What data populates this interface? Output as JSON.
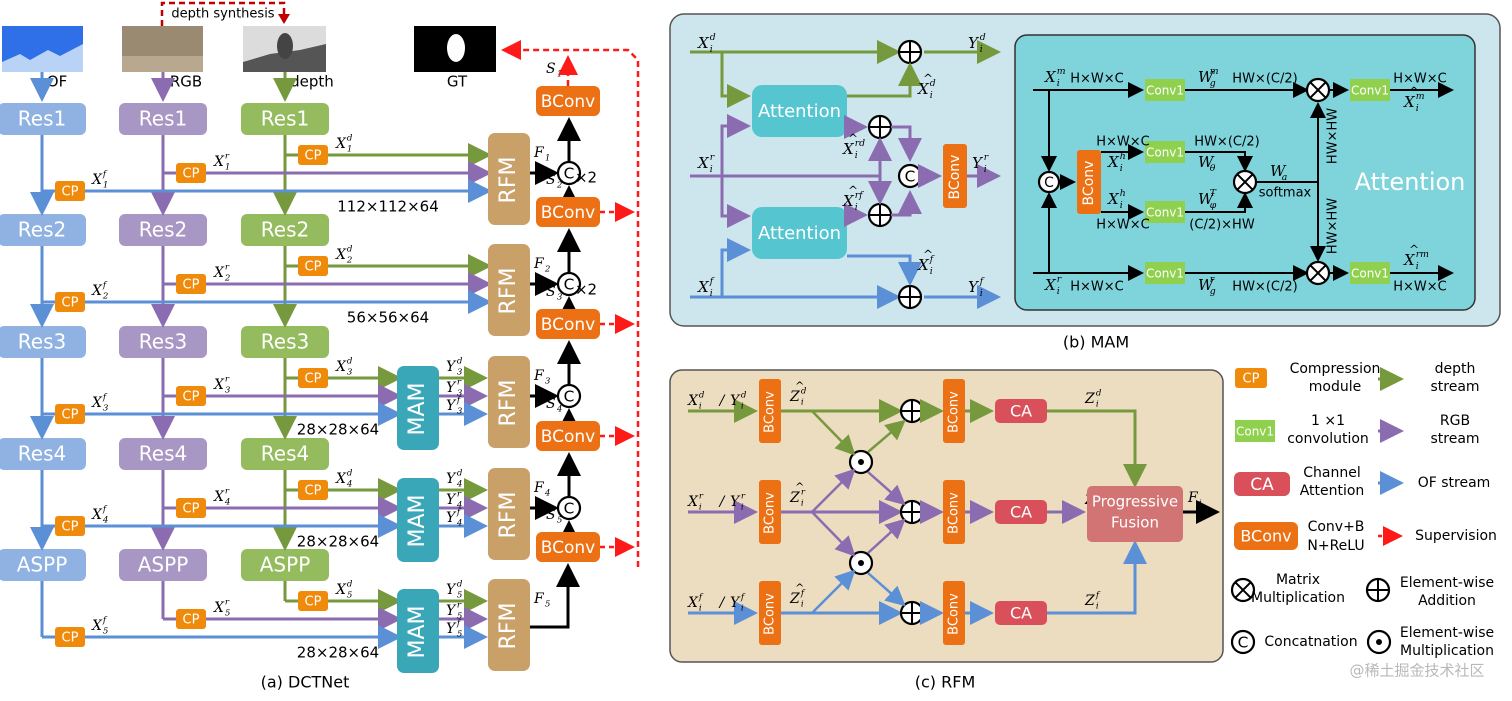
{
  "colors": {
    "of": "#5b8fd6",
    "rgb": "#8b6cb0",
    "depth": "#76993e",
    "of_box": "#8fb2e3",
    "rgb_box": "#a896c4",
    "depth_box": "#94bc5f",
    "cp": "#ef8a0a",
    "bconv": "#ec7014",
    "rfm": "#c9a068",
    "mam": "#3aa7b8",
    "attention": "#55c6cf",
    "conv1": "#8fd14f",
    "ca": "#d9505a",
    "progressive": "#d27474",
    "supervision": "#ff1a1a",
    "mam_bg": "#cde6ee",
    "attn_bg": "#7fd3db",
    "rfm_bg": "#ecdcc0"
  },
  "panel_a": {
    "caption": "(a) DCTNet",
    "inputs": {
      "of": "OF",
      "rgb": "RGB",
      "depth": "depth",
      "gt": "GT",
      "synthesis": "depth synthesis"
    },
    "stages": [
      {
        "name": "Res1",
        "xd": "X",
        "sub": "1",
        "F": "F",
        "size": "112×112×64",
        "S": "S"
      },
      {
        "name": "Res2",
        "sub": "2",
        "size": "56×56×64"
      },
      {
        "name": "Res3",
        "sub": "3",
        "size": "28×28×64"
      },
      {
        "name": "Res4",
        "sub": "4",
        "size": "28×28×64"
      },
      {
        "name": "ASPP",
        "sub": "5",
        "size": "28×28×64"
      }
    ],
    "cp_label": "CP",
    "rfm_label": "RFM",
    "mam_label": "MAM",
    "bconv_label": "BConv",
    "concat_label": "C",
    "upsample_label": "×2",
    "var_x": "X",
    "var_y": "Y",
    "var_f": "F",
    "var_s": "S",
    "sup_d": "d",
    "sup_r": "r",
    "sup_f": "f"
  },
  "panel_b": {
    "caption": "(b) MAM",
    "attention": "Attention",
    "bconv": "BConv",
    "conv1": "Conv1",
    "concat": "C",
    "softmax": "softmax",
    "hwc": "H×W×C",
    "hwc2": "HW×(C/2)",
    "c2hw": "(C/2)×HW",
    "hwhw": "HW×HW",
    "attention_big": "Attention"
  },
  "panel_c": {
    "caption": "(c) RFM",
    "bconv": "BConv",
    "ca": "CA",
    "progressive": "Progressive",
    "fusion": "Fusion"
  },
  "legend": {
    "cp": {
      "tag": "CP",
      "desc1": "Compression",
      "desc2": "module"
    },
    "conv1": {
      "tag": "Conv1",
      "desc1": "1 ×1",
      "desc2": "convolution"
    },
    "ca": {
      "tag": "CA",
      "desc1": "Channel",
      "desc2": "Attention"
    },
    "bconv": {
      "tag": "BConv",
      "desc1": "Conv+B",
      "desc2": "N+ReLU"
    },
    "depth_stream": {
      "l1": "depth",
      "l2": "stream"
    },
    "rgb_stream": {
      "l1": "RGB",
      "l2": "stream"
    },
    "of_stream": "OF stream",
    "supervision": "Supervision",
    "matmul": {
      "l1": "Matrix",
      "l2": "Multiplication"
    },
    "add": {
      "l1": "Element-wise",
      "l2": "Addition"
    },
    "concat": {
      "sym": "C",
      "label": "Concatnation"
    },
    "mul": {
      "l1": "Element-wise",
      "l2": "Multiplication"
    }
  },
  "watermark": "@稀土掘金技术社区"
}
